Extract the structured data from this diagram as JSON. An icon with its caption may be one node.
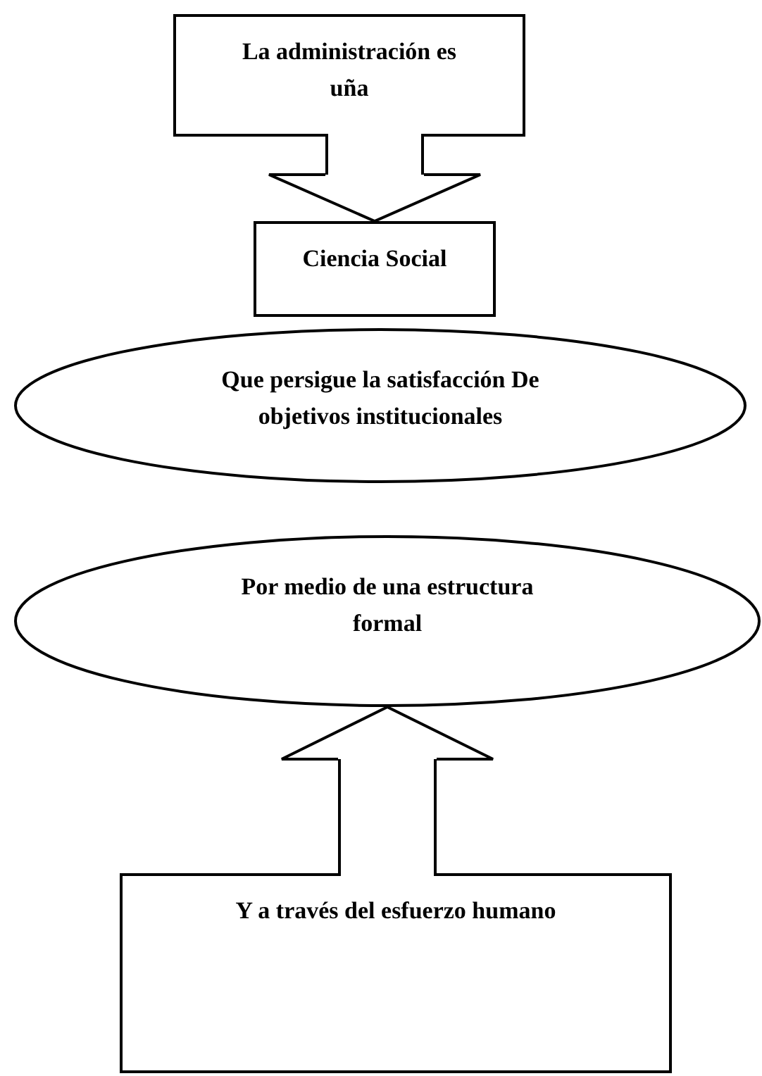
{
  "diagram": {
    "nodes": [
      {
        "text": [
          "La administración es uña"
        ]
      },
      {
        "text": [
          "Ciencia Social"
        ]
      },
      {
        "text": [
          "Que persigue la satisfacción De objetivos institucionales"
        ]
      },
      {
        "text": [
          "Por medio de una estructura formal"
        ]
      },
      {
        "text": [
          "Y a través del esfuerzo humano"
        ]
      }
    ],
    "edges": [
      {
        "from": 0,
        "to": 1,
        "arrow": "to"
      },
      {
        "from": 4,
        "to": 3,
        "arrow": "to"
      }
    ]
  }
}
